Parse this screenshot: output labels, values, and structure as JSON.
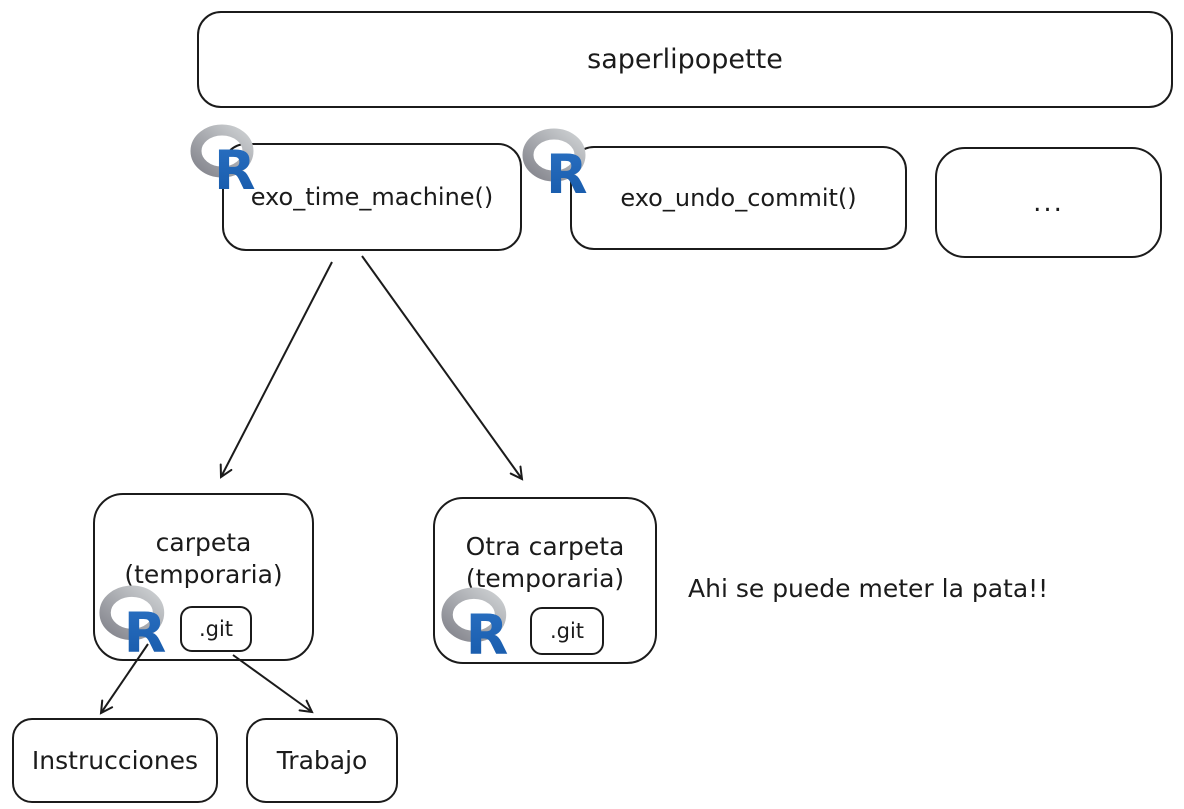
{
  "colors": {
    "stroke": "#1b1b1b",
    "background": "#ffffff",
    "r_logo_blue": "#2268b9",
    "r_logo_gray": "#b4b8bc"
  },
  "boxes": {
    "root": {
      "label": "saperlipopette"
    },
    "fn_time_machine": {
      "label": "exo_time_machine()"
    },
    "fn_undo_commit": {
      "label": "exo_undo_commit()"
    },
    "fn_more": {
      "label": "..."
    },
    "folder_left": {
      "title": "carpeta",
      "subtitle": "(temporaria)",
      "git": ".git"
    },
    "folder_right": {
      "title": "Otra carpeta",
      "subtitle": "(temporaria)",
      "git": ".git"
    },
    "leaf_instructions": {
      "label": "Instrucciones"
    },
    "leaf_work": {
      "label": "Trabajo"
    }
  },
  "annotation": {
    "text": "Ahi se puede meter la pata!!"
  },
  "icons": {
    "r_logo_letter": "R"
  }
}
